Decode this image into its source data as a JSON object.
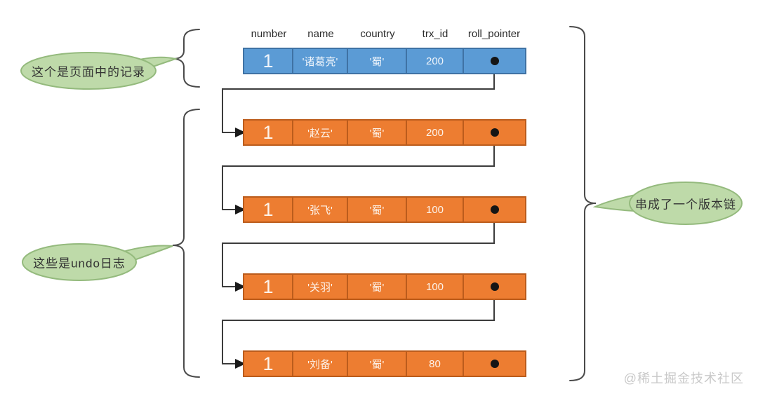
{
  "diagram": {
    "headers": [
      "number",
      "name",
      "country",
      "trx_id",
      "roll_pointer"
    ],
    "page_record": {
      "number": "1",
      "name": "'诸葛亮'",
      "country": "'蜀'",
      "trx_id": "200"
    },
    "undo_logs": [
      {
        "number": "1",
        "name": "'赵云'",
        "country": "'蜀'",
        "trx_id": "200"
      },
      {
        "number": "1",
        "name": "'张飞'",
        "country": "'蜀'",
        "trx_id": "100"
      },
      {
        "number": "1",
        "name": "'关羽'",
        "country": "'蜀'",
        "trx_id": "100"
      },
      {
        "number": "1",
        "name": "'刘备'",
        "country": "'蜀'",
        "trx_id": "80"
      }
    ],
    "callouts": {
      "page_record": "这个是页面中的记录",
      "undo_logs": "这些是undo日志",
      "version_chain": "串成了一个版本链"
    },
    "colors": {
      "page_record_fill": "#5b9bd5",
      "page_record_border": "#3f72a4",
      "undo_log_fill": "#ed7d31",
      "undo_log_border": "#bb5c1c",
      "bubble_fill": "#bedaa9",
      "bubble_border": "#94ba7d",
      "connector": "#3c3c3c"
    },
    "watermark": "@稀土掘金技术社区"
  }
}
